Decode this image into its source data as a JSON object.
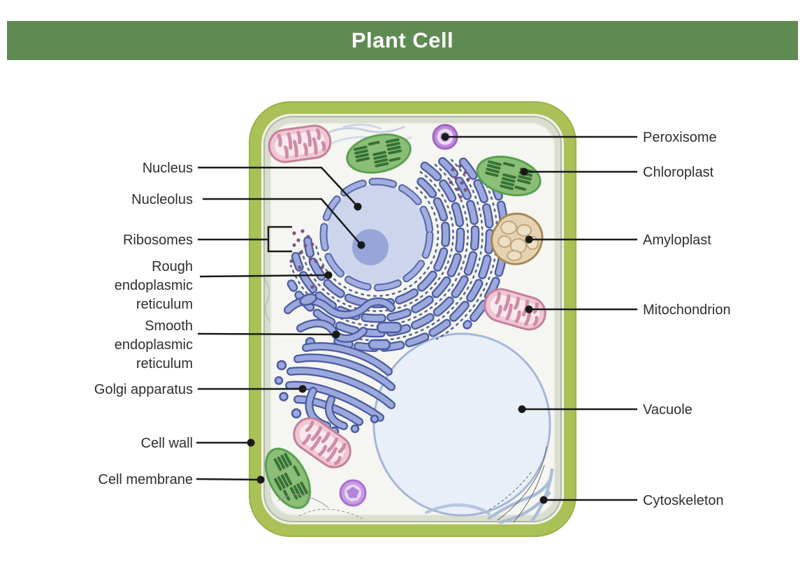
{
  "header": {
    "title": "Plant Cell"
  },
  "colors": {
    "header_bg": "#5f8b53",
    "header_text": "#ffffff",
    "cell_wall": "#a9c156",
    "cell_membrane_band": "#d9decf",
    "cytoplasm": "#f5f5f1",
    "nucleus_fill": "#cdd5ed",
    "nucleus_envelope": "#8193cc",
    "nucleolus_fill": "#97a6d8",
    "er_golgi_fill": "#9aa8dc",
    "er_golgi_outline": "#4a5aa0",
    "vacuole_fill": "#e9eff9",
    "vacuole_border": "#a3b6d8",
    "mitochondrion_fill": "#f0c6d4",
    "mitochondrion_border": "#c57f99",
    "chloroplast_fill": "#8cbe77",
    "chloroplast_border": "#58a050",
    "grana": "#367236",
    "peroxisome_outer": "#c08add",
    "amyloplast_fill": "#e4d3b2",
    "amyloplast_border": "#ab8753",
    "ribosome_dot": "#7b5483",
    "label_text": "#2e2e2e",
    "label_line": "#1a1a1a"
  },
  "labels": {
    "left": [
      {
        "id": "nucleus",
        "lines": [
          "Nucleus"
        ]
      },
      {
        "id": "nucleolus",
        "lines": [
          "Nucleolus"
        ]
      },
      {
        "id": "ribosomes",
        "lines": [
          "Ribosomes"
        ]
      },
      {
        "id": "rough-er",
        "lines": [
          "Rough",
          "endoplasmic",
          "reticulum"
        ]
      },
      {
        "id": "smooth-er",
        "lines": [
          "Smooth",
          "endoplasmic",
          "reticulum"
        ]
      },
      {
        "id": "golgi",
        "lines": [
          "Golgi apparatus"
        ]
      },
      {
        "id": "cell-wall",
        "lines": [
          "Cell wall"
        ]
      },
      {
        "id": "cell-membrane",
        "lines": [
          "Cell membrane"
        ]
      }
    ],
    "right": [
      {
        "id": "peroxisome",
        "lines": [
          "Peroxisome"
        ]
      },
      {
        "id": "chloroplast",
        "lines": [
          "Chloroplast"
        ]
      },
      {
        "id": "amyloplast",
        "lines": [
          "Amyloplast"
        ]
      },
      {
        "id": "mitochondrion",
        "lines": [
          "Mitochondrion"
        ]
      },
      {
        "id": "vacuole",
        "lines": [
          "Vacuole"
        ]
      },
      {
        "id": "cytoskeleton",
        "lines": [
          "Cytoskeleton"
        ]
      }
    ]
  }
}
